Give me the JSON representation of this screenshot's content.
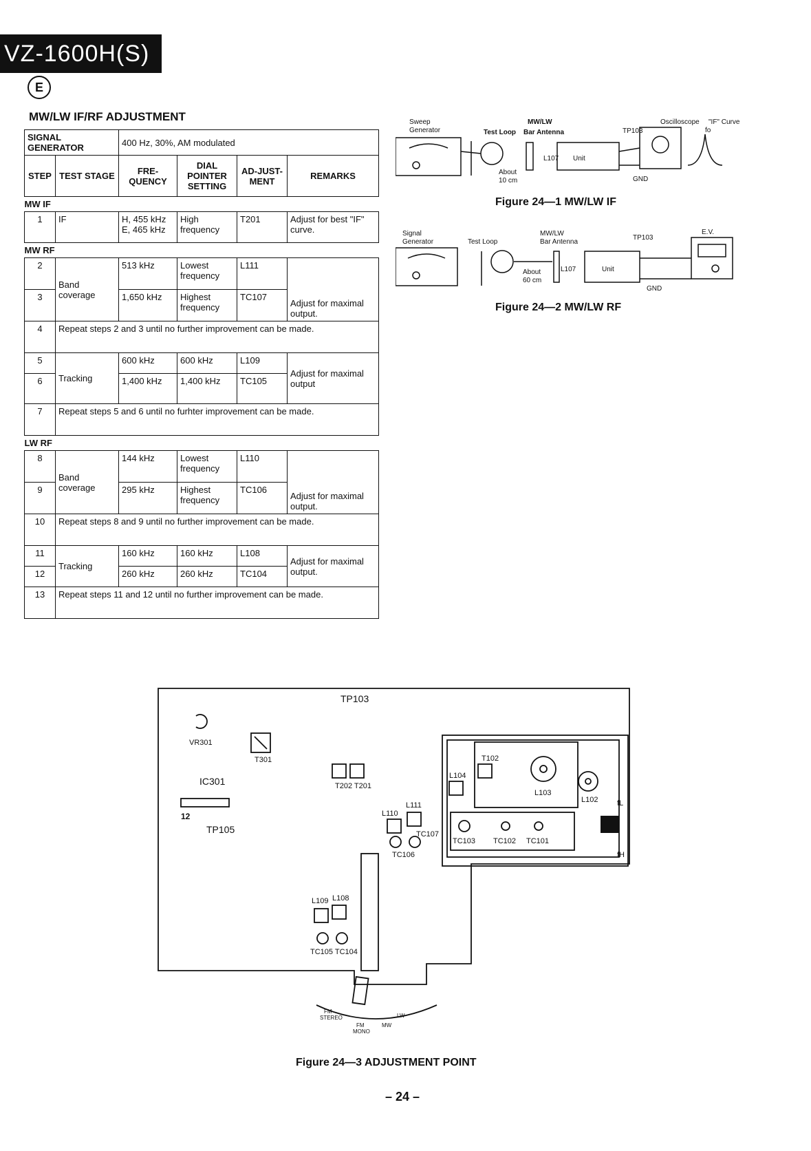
{
  "header": {
    "model": "VZ-1600H(S)",
    "region_mark": "E",
    "section_title": "MW/LW IF/RF ADJUSTMENT"
  },
  "table": {
    "signal_generator_label": "SIGNAL GENERATOR",
    "signal_generator_value": "400 Hz, 30%, AM modulated",
    "headers": {
      "step": "STEP",
      "test_stage": "TEST STAGE",
      "frequency": "FRE-QUENCY",
      "dial": "DIAL POINTER SETTING",
      "adjustment": "AD-JUST-MENT",
      "remarks": "REMARKS"
    },
    "sections": {
      "mw_if": "MW IF",
      "mw_rf": "MW RF",
      "lw_rf": "LW RF"
    },
    "rows": {
      "r1": {
        "step": "1",
        "stage": "IF",
        "freq": "H, 455 kHz E, 465 kHz",
        "dial": "High frequency",
        "adj": "T201",
        "remarks": "Adjust for best \"IF\" curve."
      },
      "r2": {
        "step": "2",
        "freq": "513 kHz",
        "dial": "Lowest frequency",
        "adj": "L111"
      },
      "r3": {
        "step": "3",
        "freq": "1,650 kHz",
        "dial": "Highest frequency",
        "adj": "TC107"
      },
      "band_mw": "Band coverage",
      "remarks_mw_band": "Adjust for maximal output.",
      "r4": {
        "step": "4",
        "text": "Repeat steps 2 and 3 until no further improvement can be made."
      },
      "r5": {
        "step": "5",
        "freq": "600 kHz",
        "dial": "600 kHz",
        "adj": "L109"
      },
      "r6": {
        "step": "6",
        "freq": "1,400 kHz",
        "dial": "1,400 kHz",
        "adj": "TC105"
      },
      "tracking_mw": "Tracking",
      "remarks_mw_track": "Adjust for maximal output",
      "r7": {
        "step": "7",
        "text": "Repeat steps 5 and 6 until no furhter improvement can be made."
      },
      "r8": {
        "step": "8",
        "freq": "144 kHz",
        "dial": "Lowest frequency",
        "adj": "L110"
      },
      "r9": {
        "step": "9",
        "freq": "295 kHz",
        "dial": "Highest frequency",
        "adj": "TC106"
      },
      "band_lw": "Band coverage",
      "remarks_lw_band": "Adjust for maximal output.",
      "r10": {
        "step": "10",
        "text": "Repeat steps 8 and 9 until no further improvement can be made."
      },
      "r11": {
        "step": "11",
        "freq": "160 kHz",
        "dial": "160 kHz",
        "adj": "L108"
      },
      "r12": {
        "step": "12",
        "freq": "260 kHz",
        "dial": "260 kHz",
        "adj": "TC104"
      },
      "tracking_lw": "Tracking",
      "remarks_lw_track": "Adjust for maximal output.",
      "r13": {
        "step": "13",
        "text": "Repeat steps 11 and 12 until no further improvement can be made."
      }
    }
  },
  "fig1": {
    "sweep_gen": [
      "Sweep",
      "Generator"
    ],
    "test_loop": "Test Loop",
    "antenna": [
      "MW/LW",
      "Bar Antenna"
    ],
    "tp": "TP103",
    "scope": "Oscilloscope",
    "if_curve": "\"IF\" Curve",
    "fo": "fo",
    "coil": "L107",
    "unit": "Unit",
    "gnd": "GND",
    "about": [
      "About",
      "10 cm"
    ],
    "caption": "Figure 24—1 MW/LW IF"
  },
  "fig2": {
    "sig_gen": [
      "Signal",
      "Generator"
    ],
    "test_loop": "Test Loop",
    "antenna": [
      "MW/LW",
      "Bar Antenna"
    ],
    "tp": "TP103",
    "ev": "E.V.",
    "coil": "L107",
    "unit": "Unit",
    "gnd": "GND",
    "about": [
      "About",
      "60 cm"
    ],
    "caption": "Figure 24—2 MW/LW RF"
  },
  "fig3": {
    "labels": {
      "tp103": "TP103",
      "vr301": "VR301",
      "t301": "T301",
      "ic301": "IC301",
      "tp105": "TP105",
      "tp105_num": "12",
      "t202_t201": "T202  T201",
      "t102": "T102",
      "l104": "L104",
      "l103": "L103",
      "l102": "L102",
      "l111": "L111",
      "l110": "L110",
      "tc107": "TC107",
      "tc106": "TC106",
      "tc103": "TC103",
      "tc102": "TC102",
      "tc101": "TC101",
      "fl": "fL",
      "fh": "fH",
      "l109": "L109",
      "l108": "L108",
      "tc105_tc104": "TC105 TC104",
      "fm_stereo": [
        "FM",
        "STEREO"
      ],
      "fm_mono": [
        "FM",
        "MONO"
      ],
      "mw": "MW",
      "lw": "LW"
    },
    "caption": "Figure 24—3 ADJUSTMENT POINT"
  },
  "page_number": "– 24 –"
}
